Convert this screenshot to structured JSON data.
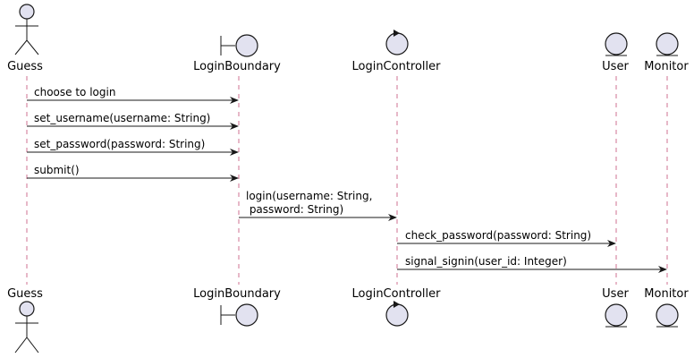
{
  "participants": [
    {
      "id": "guess",
      "kind": "actor",
      "label": "Guess"
    },
    {
      "id": "login-boundary",
      "kind": "boundary",
      "label": "LoginBoundary"
    },
    {
      "id": "login-controller",
      "kind": "control",
      "label": "LoginController"
    },
    {
      "id": "user",
      "kind": "entity",
      "label": "User"
    },
    {
      "id": "monitor",
      "kind": "entity",
      "label": "Monitor"
    }
  ],
  "messages": [
    {
      "from": "guess",
      "to": "login-boundary",
      "lines": [
        "choose to login"
      ]
    },
    {
      "from": "guess",
      "to": "login-boundary",
      "lines": [
        "set_username(username: String)"
      ]
    },
    {
      "from": "guess",
      "to": "login-boundary",
      "lines": [
        "set_password(password: String)"
      ]
    },
    {
      "from": "guess",
      "to": "login-boundary",
      "lines": [
        "submit()"
      ]
    },
    {
      "from": "login-boundary",
      "to": "login-controller",
      "lines": [
        "login(username: String,",
        " password: String)"
      ]
    },
    {
      "from": "login-controller",
      "to": "user",
      "lines": [
        "check_password(password: String)"
      ]
    },
    {
      "from": "login-controller",
      "to": "monitor",
      "lines": [
        "signal_signin(user_id: Integer)"
      ]
    }
  ]
}
